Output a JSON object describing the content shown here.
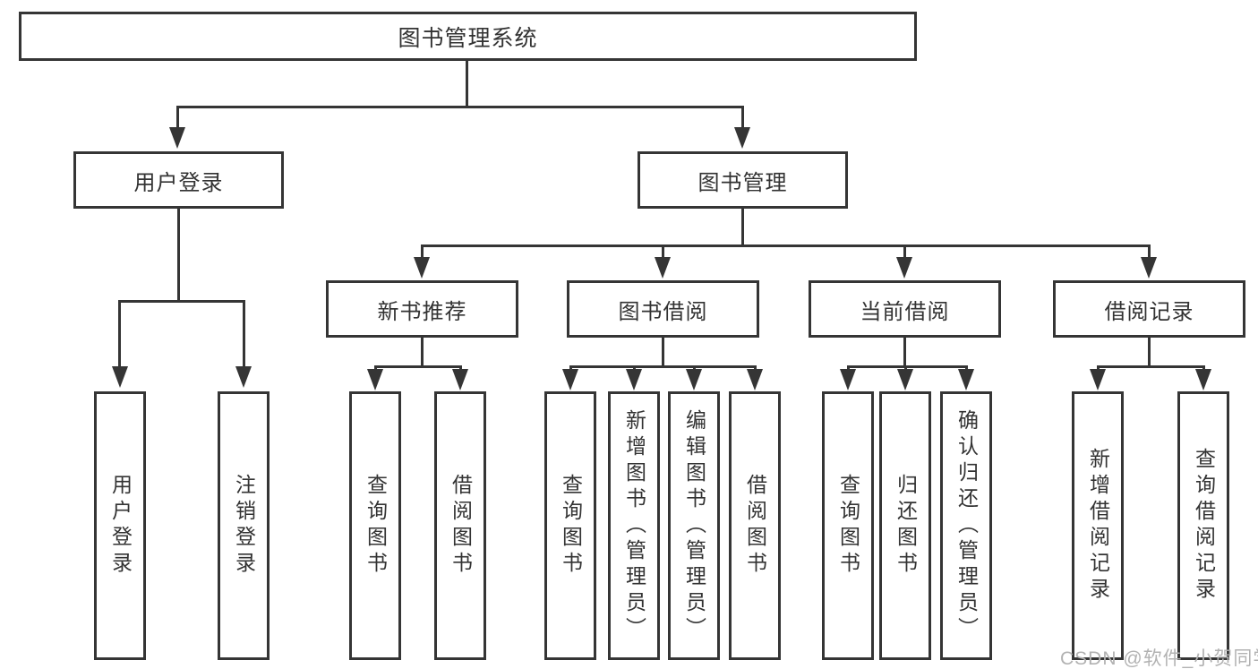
{
  "diagram": {
    "root": "图书管理系统",
    "branches": [
      {
        "label": "用户登录",
        "children": [
          "用户登录",
          "注销登录"
        ]
      },
      {
        "label": "图书管理",
        "groups": [
          {
            "label": "新书推荐",
            "children": [
              "查询图书",
              "借阅图书"
            ]
          },
          {
            "label": "图书借阅",
            "children": [
              "查询图书",
              "新增图书（管理员）",
              "编辑图书（管理员）",
              "借阅图书"
            ]
          },
          {
            "label": "当前借阅",
            "children": [
              "查询图书",
              "归还图书",
              "确认归还（管理员）"
            ]
          },
          {
            "label": "借阅记录",
            "children": [
              "新增借阅记录",
              "查询借阅记录"
            ]
          }
        ]
      }
    ]
  },
  "watermark": "CSDN @软件_小贺同学",
  "colors": {
    "line": "#353535",
    "text": "#333333",
    "watermark": "#b2b2b2",
    "background": "#ffffff"
  }
}
